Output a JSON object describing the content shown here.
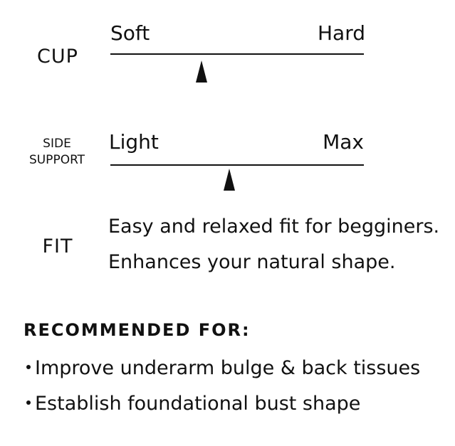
{
  "cup": {
    "label": "CUP",
    "scale_left": "Soft",
    "scale_right": "Hard",
    "level": 0.36
  },
  "side_support": {
    "label_line1": "SIDE",
    "label_line2": "SUPPORT",
    "scale_left": "Light",
    "scale_right": "Max",
    "level": 0.47
  },
  "fit": {
    "label": "FIT",
    "lines": [
      "Easy and relaxed fit for begginers.",
      "Enhances your natural shape."
    ]
  },
  "recommended": {
    "heading": "RECOMMENDED FOR:",
    "items": [
      "Improve underarm bulge & back tissues",
      "Establish foundational bust shape"
    ]
  }
}
